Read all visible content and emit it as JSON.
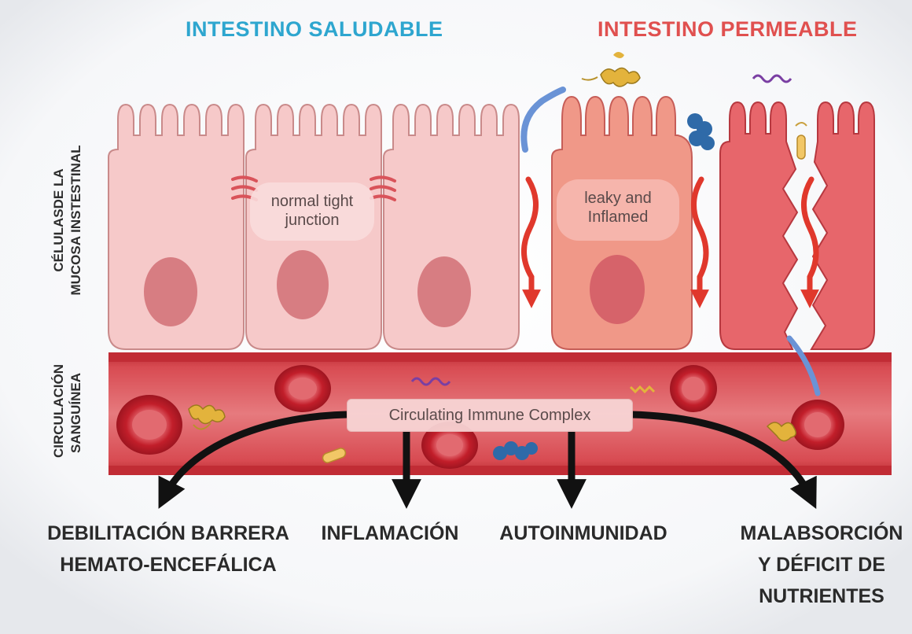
{
  "titles": {
    "healthy": "INTESTINO SALUDABLE",
    "leaky": "INTESTINO PERMEABLE"
  },
  "side_labels": {
    "cells": [
      "CÉLULASDE LA",
      "MUCOSA INSTESTINAL"
    ],
    "blood": [
      "CIRCULACIÓN",
      "SANGUÍNEA"
    ]
  },
  "cell_labels": {
    "healthy": [
      "normal tight",
      "junction"
    ],
    "leaky": [
      "leaky and",
      "Inflamed"
    ]
  },
  "immune_complex": "Circulating Immune Complex",
  "outcomes": {
    "bbb": [
      "DEBILITACIÓN BARRERA",
      "HEMATO-ENCEFÁLICA"
    ],
    "inflammation": "INFLAMACIÓN",
    "autoimmunity": "AUTOINMUNIDAD",
    "malabsorption": [
      "MALABSORCIÓN",
      "Y DÉFICIT DE",
      "NUTRIENTES"
    ]
  },
  "colors": {
    "healthy_title": "#2ea6cf",
    "leaky_title": "#e0504f",
    "healthy_cell": "#f5c5c5",
    "inflamed_cell": "#f09484",
    "leaky_cell": "#e76468",
    "vessel": "#c9323a",
    "arrow": "#111111",
    "flow_arrow": "#e0382c"
  }
}
